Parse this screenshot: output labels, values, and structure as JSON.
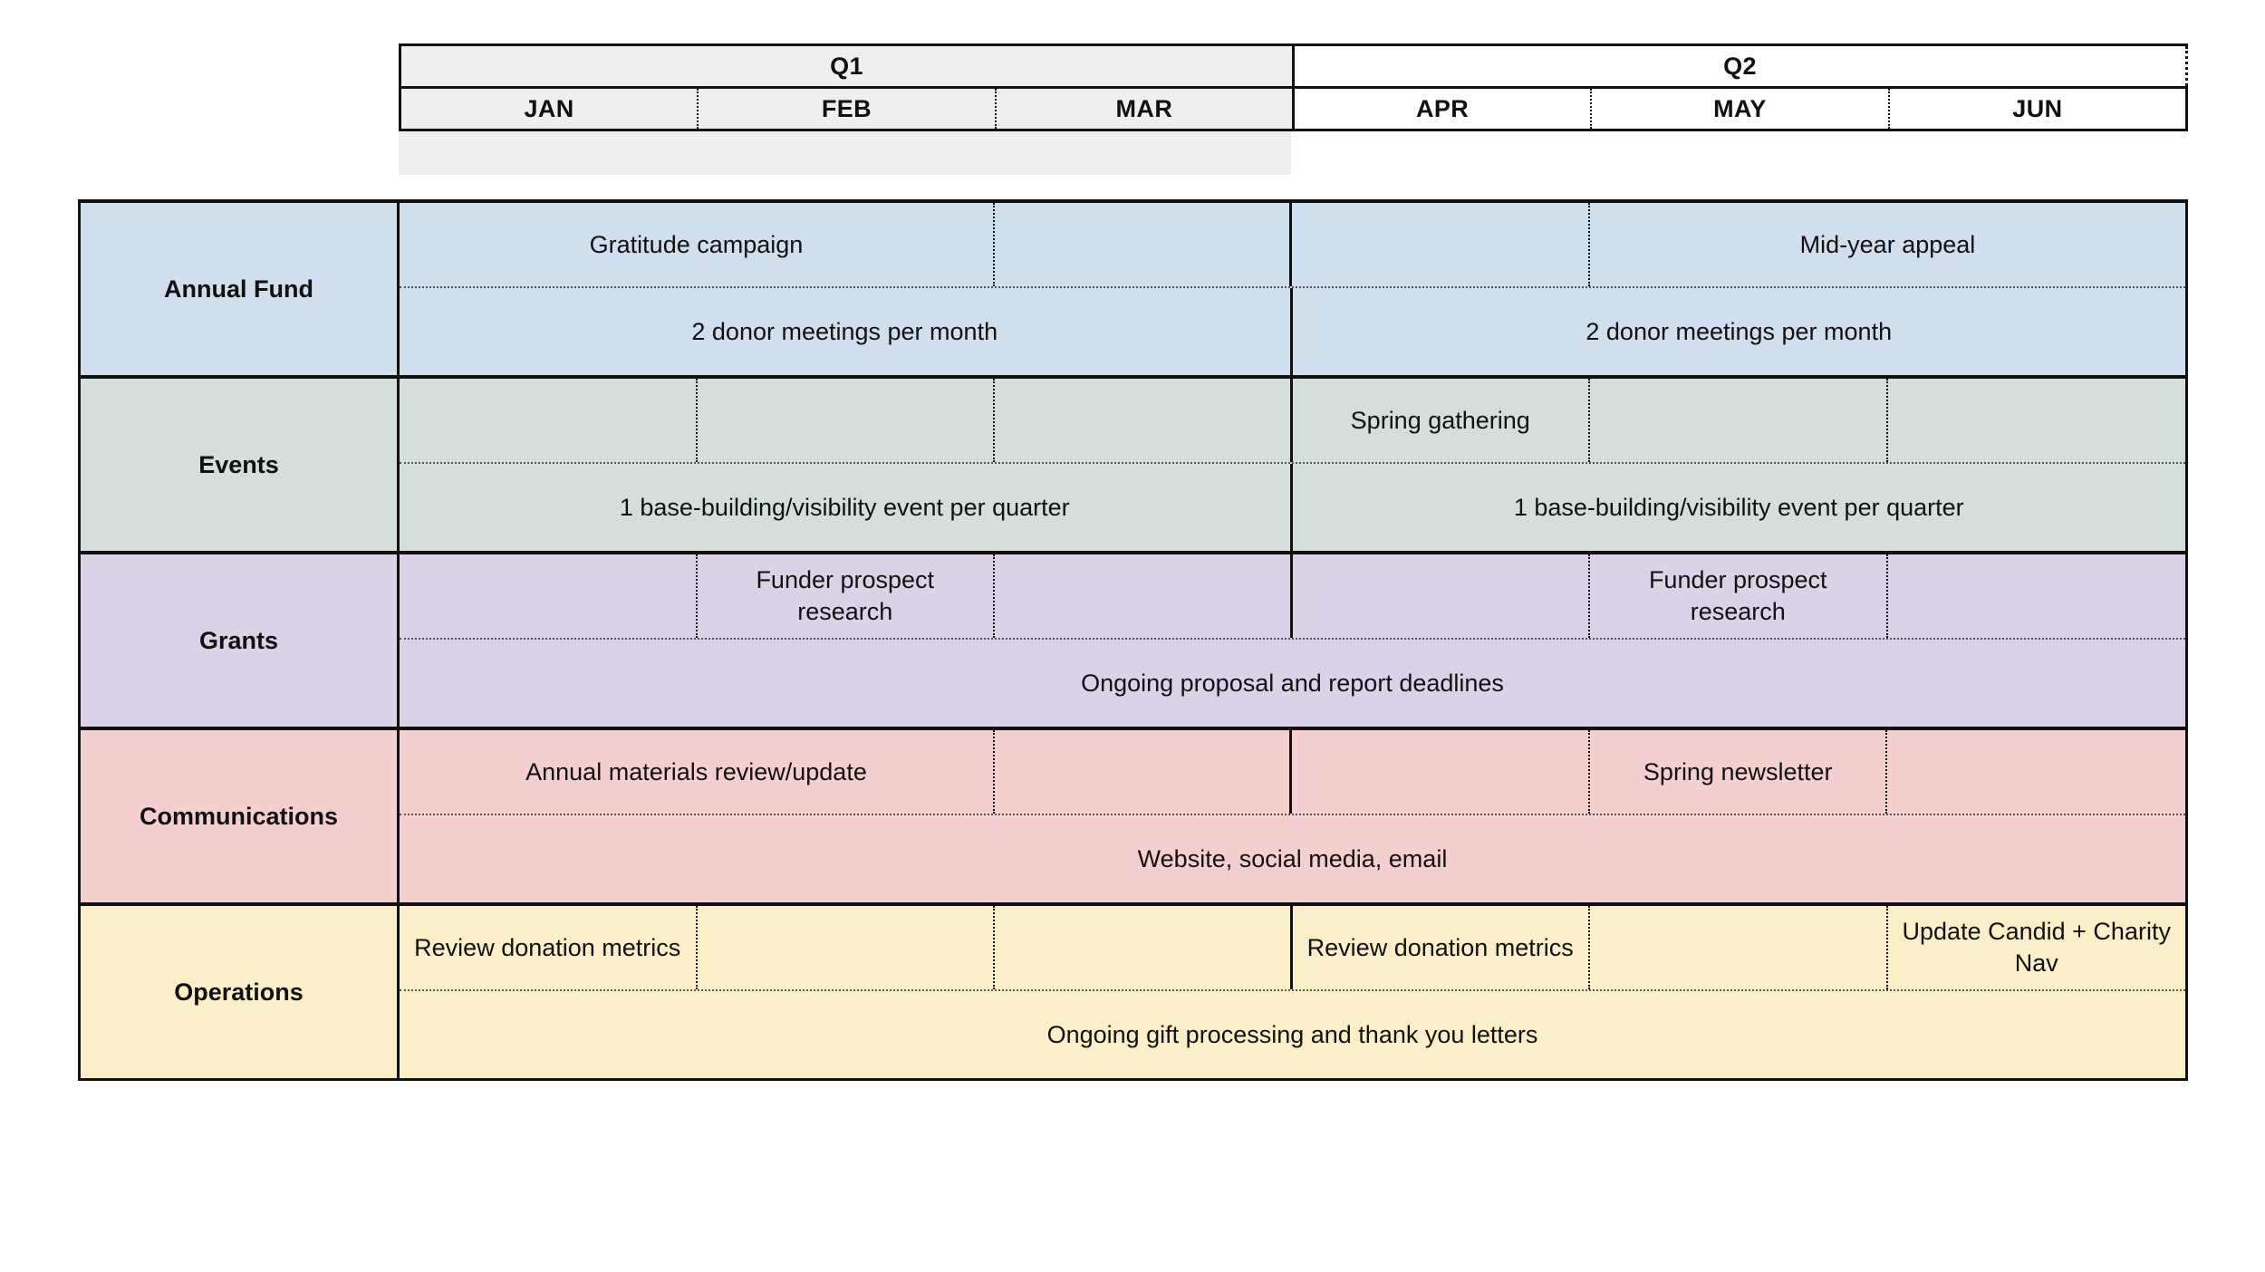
{
  "header": {
    "quarters": [
      {
        "label": "Q1",
        "months": [
          "JAN",
          "FEB",
          "MAR"
        ]
      },
      {
        "label": "Q2",
        "months": [
          "APR",
          "MAY",
          "JUN"
        ]
      }
    ]
  },
  "colors": {
    "annual_fund": "#cfdfee",
    "events": "#d3dedd",
    "grants": "#dbd2e8",
    "communications": "#f4cfd0",
    "operations": "#fbeec8",
    "q1_header_bg": "#efefef",
    "q2_header_bg": "#ffffff",
    "border": "#111111"
  },
  "rows": [
    {
      "label": "Annual Fund",
      "tint": "tint-annual",
      "top": [
        {
          "text": "Gratitude campaign",
          "span": 2
        },
        {
          "text": "",
          "span": 1
        },
        {
          "text": "",
          "span": 1
        },
        {
          "text": "Mid-year appeal",
          "span": 2
        }
      ],
      "bottom": [
        {
          "text": "2 donor meetings per month",
          "span": 3
        },
        {
          "text": "2 donor meetings per month",
          "span": 3
        }
      ]
    },
    {
      "label": "Events",
      "tint": "tint-events",
      "top": [
        {
          "text": "",
          "span": 1
        },
        {
          "text": "",
          "span": 1
        },
        {
          "text": "",
          "span": 1
        },
        {
          "text": "Spring gathering",
          "span": 1
        },
        {
          "text": "",
          "span": 1
        },
        {
          "text": "",
          "span": 1
        }
      ],
      "bottom": [
        {
          "text": "1 base-building/visibility event per quarter",
          "span": 3
        },
        {
          "text": "1 base-building/visibility event per quarter",
          "span": 3
        }
      ]
    },
    {
      "label": "Grants",
      "tint": "tint-grants",
      "top": [
        {
          "text": "",
          "span": 1
        },
        {
          "text": "Funder prospect research",
          "span": 1
        },
        {
          "text": "",
          "span": 1
        },
        {
          "text": "",
          "span": 1
        },
        {
          "text": "Funder prospect research",
          "span": 1
        },
        {
          "text": "",
          "span": 1
        }
      ],
      "bottom": [
        {
          "text": "Ongoing proposal and report deadlines",
          "span": 6
        }
      ]
    },
    {
      "label": "Communications",
      "tint": "tint-comms",
      "top": [
        {
          "text": "Annual materials review/update",
          "span": 2
        },
        {
          "text": "",
          "span": 1
        },
        {
          "text": "",
          "span": 1
        },
        {
          "text": "Spring newsletter",
          "span": 1
        },
        {
          "text": "",
          "span": 1
        }
      ],
      "bottom": [
        {
          "text": "Website, social media, email",
          "span": 6
        }
      ]
    },
    {
      "label": "Operations",
      "tint": "tint-ops",
      "top": [
        {
          "text": "Review donation metrics",
          "span": 1
        },
        {
          "text": "",
          "span": 1
        },
        {
          "text": "",
          "span": 1
        },
        {
          "text": "Review donation metrics",
          "span": 1
        },
        {
          "text": "",
          "span": 1
        },
        {
          "text": "Update Candid + Charity Nav",
          "span": 1
        }
      ],
      "bottom": [
        {
          "text": "Ongoing gift processing and thank you letters",
          "span": 6
        }
      ]
    }
  ]
}
